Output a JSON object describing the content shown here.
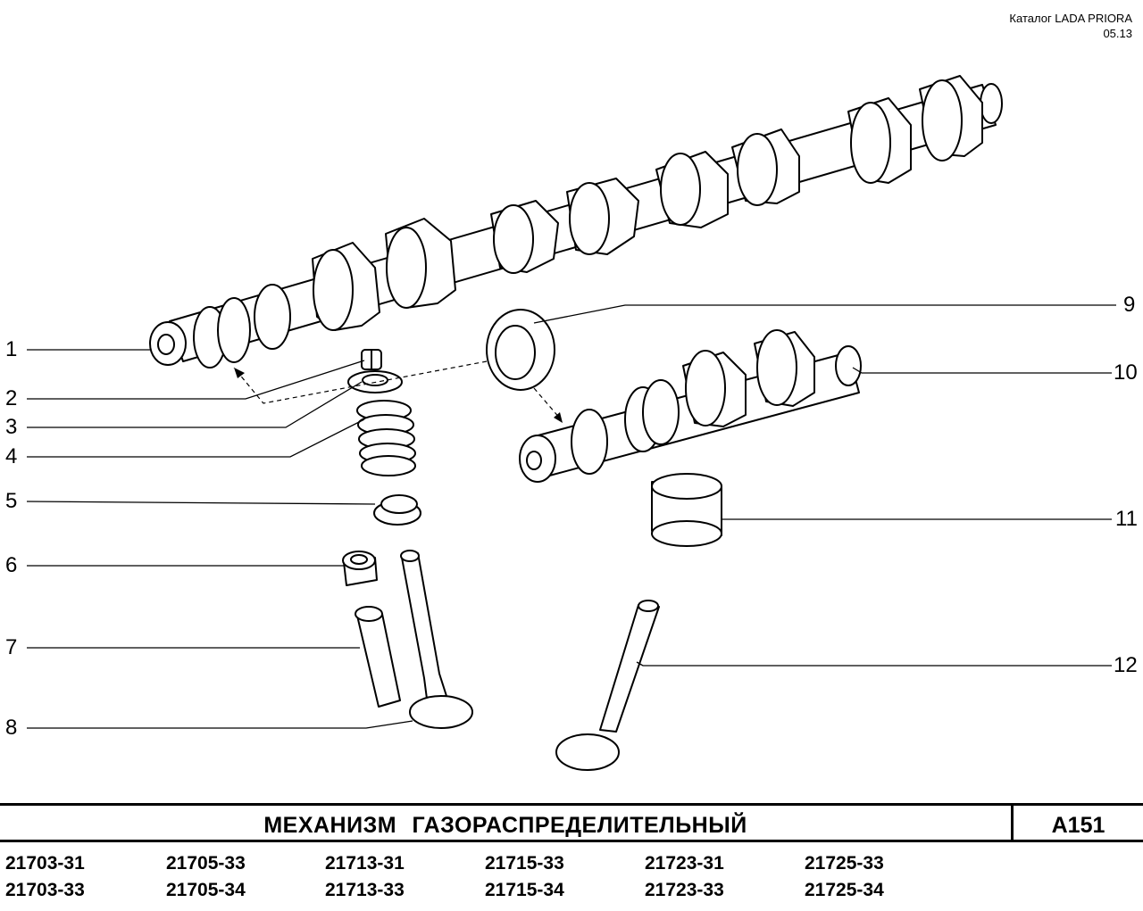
{
  "header": {
    "catalog_label": "Каталог  LADA  PRIORA",
    "edition": "05.13"
  },
  "callouts": [
    "1",
    "2",
    "3",
    "4",
    "5",
    "6",
    "7",
    "8",
    "9",
    "10",
    "11",
    "12"
  ],
  "title": "МЕХАНИЗМ   ГАЗОРАСПРЕДЕЛИТЕЛЬНЫЙ",
  "page_code": "A151",
  "models": {
    "row1": [
      "21703-31",
      "21705-33",
      "21713-31",
      "21715-33",
      "21723-31",
      "21725-33"
    ],
    "row2": [
      "21703-33",
      "21705-34",
      "21713-33",
      "21715-34",
      "21723-33",
      "21725-34"
    ]
  }
}
